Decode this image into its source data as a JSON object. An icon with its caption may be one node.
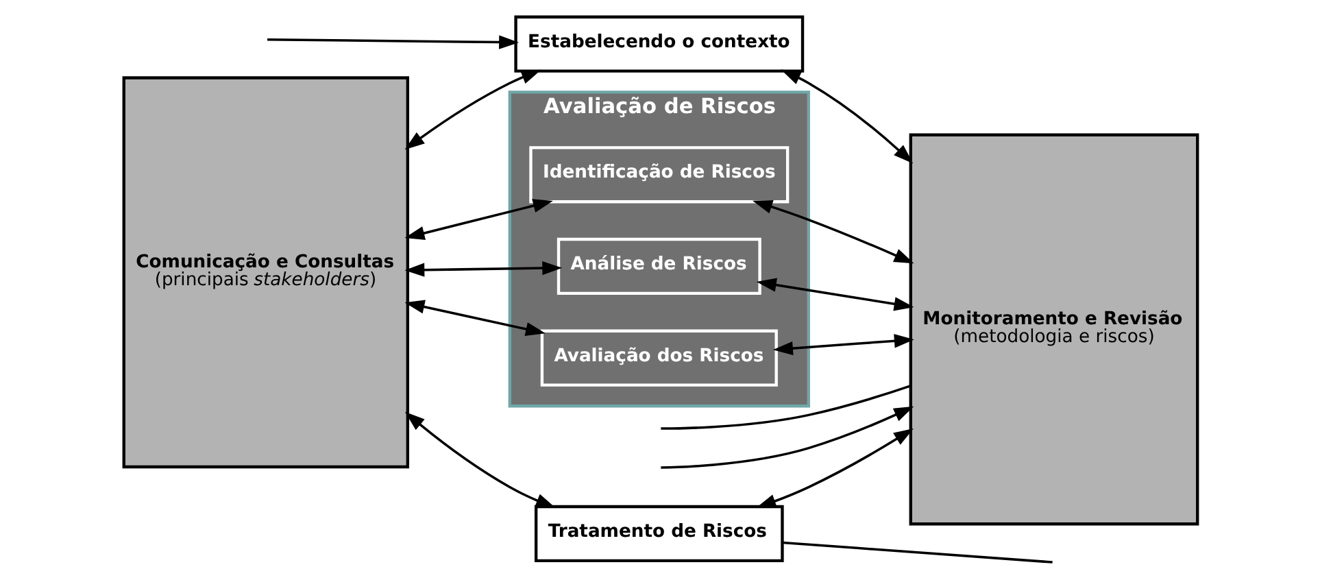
{
  "diagram": {
    "nodes": [
      {
        "text": [
          "Comunicação e Consultas",
          "(principais *stakeholders*)"
        ]
      },
      {
        "text": [
          "Estabelecendo o contexto"
        ]
      },
      {
        "text": [
          "Avaliação de Riscos"
        ]
      },
      {
        "text": [
          "Identificação de Riscos"
        ],
        "in": 2
      },
      {
        "text": [
          "Análise de Riscos"
        ],
        "in": 2
      },
      {
        "text": [
          "Avaliação dos Riscos"
        ],
        "in": 2
      },
      {
        "text": [
          "Tratamento de Riscos"
        ]
      },
      {
        "text": [
          "Monitoramento e Revisão",
          "(metodologia e riscos)"
        ]
      }
    ],
    "edges": [
      {
        "from": null,
        "to": 1,
        "arrow": "to"
      },
      {
        "from": null,
        "to": 7,
        "arrow": "none"
      },
      {
        "from": 0,
        "to": 1,
        "arrow": "both"
      },
      {
        "from": 1,
        "to": 7,
        "arrow": "both"
      },
      {
        "from": 0,
        "to": 3,
        "arrow": "both"
      },
      {
        "from": 3,
        "to": 7,
        "arrow": "both"
      },
      {
        "from": 0,
        "to": 4,
        "arrow": "both"
      },
      {
        "from": 4,
        "to": 7,
        "arrow": "both"
      },
      {
        "from": 0,
        "to": 5,
        "arrow": "both"
      },
      {
        "from": 5,
        "to": 7,
        "arrow": "both"
      },
      {
        "from": 0,
        "to": 6,
        "arrow": "both"
      },
      {
        "from": 6,
        "to": 7,
        "arrow": "both"
      },
      {
        "from": 6,
        "to": null,
        "arrow": "none"
      },
      {
        "from": null,
        "to": 7,
        "arrow": "to"
      }
    ]
  }
}
